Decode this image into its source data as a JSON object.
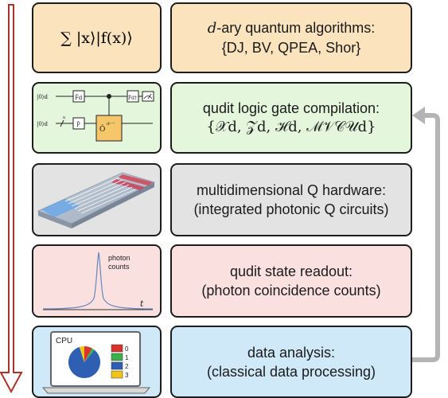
{
  "colors": {
    "row1_fill": "#fbe3bd",
    "row2_fill": "#e4f6dc",
    "row3_fill": "#e3e3e3",
    "row4_fill": "#fbe0e0",
    "row5_fill": "#cfe9f8",
    "left_arrow": "#a8332a",
    "right_arrow": "#b4b4b4",
    "gate_highlight": "#f6c76a"
  },
  "rows": [
    {
      "left": {
        "formula": "∑ |x⟩|f(x)⟩"
      },
      "right": {
        "line1_var": "d",
        "line1_rest": "-ary quantum algorithms:",
        "line2": "{DJ, BV, QPEA, Shor}"
      }
    },
    {
      "left": {
        "circuit": {
          "q0_label": "|0⟩d",
          "q1_label": "|0⟩d",
          "fourier_gate": "F̂d",
          "inverse_fourier_gate": "F̂d†",
          "phase_gate": "P̂",
          "oracle_gate": "Ô",
          "oracle_exponent": "dⁿ⁻¹",
          "wire_label": "n"
        }
      },
      "right": {
        "line1": "qudit logic gate compilation:",
        "line2": "{𝒳d, 𝒵d, ℋd, ℳ𝒱𝒞𝒰d}"
      }
    },
    {
      "left": {
        "image": "photonic-chip"
      },
      "right": {
        "line1": "multidimensional Q hardware:",
        "line2": "(integrated photonic Q circuits)"
      }
    },
    {
      "left": {
        "plot_label_1": "photon",
        "plot_label_2": "counts",
        "axis_label": "t"
      },
      "right": {
        "line1": "qudit state readout:",
        "line2": "(photon coincidence counts)"
      }
    },
    {
      "left": {
        "screen_title": "CPU",
        "legend": [
          {
            "label": "0",
            "color": "#d9342b"
          },
          {
            "label": "1",
            "color": "#3cb04a"
          },
          {
            "label": "2",
            "color": "#2f5fb3"
          },
          {
            "label": "3",
            "color": "#f0c419"
          }
        ],
        "pie": [
          0.08,
          0.03,
          0.84,
          0.05
        ]
      },
      "right": {
        "line1": "data analysis:",
        "line2": "(classical data processing)"
      }
    }
  ]
}
